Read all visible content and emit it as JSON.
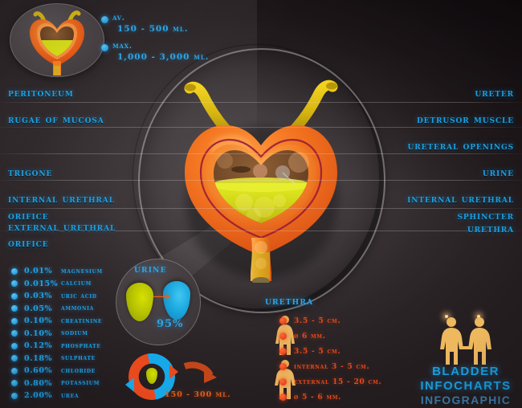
{
  "title": "Bladder Infocharts Infographic",
  "capacity": {
    "items": [
      {
        "key": "Av.",
        "value": "150 - 500 ml."
      },
      {
        "key": "Max.",
        "value": "1,000 - 3,000 ml."
      }
    ]
  },
  "labels_left": [
    {
      "text": "Peritoneum"
    },
    {
      "text": "Rugae of Mucosa"
    },
    {
      "text": "Trigone"
    },
    {
      "text": "Internal Urethral"
    },
    {
      "text": "Orifice"
    },
    {
      "text": "External Urethral"
    },
    {
      "text": "Orifice"
    }
  ],
  "labels_right": [
    {
      "text": "Ureter"
    },
    {
      "text": "Detrusor Muscle"
    },
    {
      "text": "Ureteral Openings"
    },
    {
      "text": "Urine"
    },
    {
      "text": "Internal Urethral"
    },
    {
      "text": "Sphincter"
    },
    {
      "text": "Urethra"
    }
  ],
  "composition": {
    "rows": [
      {
        "pct": "0.01%",
        "name": "Magnesium"
      },
      {
        "pct": "0.015%",
        "name": "Calcium"
      },
      {
        "pct": "0.03%",
        "name": "Uric Acid"
      },
      {
        "pct": "0.05%",
        "name": "Ammonia"
      },
      {
        "pct": "0.10%",
        "name": "Creatinine"
      },
      {
        "pct": "0.10%",
        "name": "Sodium"
      },
      {
        "pct": "0.12%",
        "name": "Phosphate"
      },
      {
        "pct": "0.18%",
        "name": "Sulphate"
      },
      {
        "pct": "0.60%",
        "name": "Chloride"
      },
      {
        "pct": "0.80%",
        "name": "Potassium"
      },
      {
        "pct": "2.00%",
        "name": "Urea"
      }
    ]
  },
  "urine": {
    "title": "Urine",
    "water_pct": "95%",
    "volume": "150 - 300 ml."
  },
  "urethra": {
    "title": "Urethra",
    "female": [
      {
        "text": "3.5 - 5 cm."
      },
      {
        "text": "Ø 6 mm."
      },
      {
        "text": "3.5 - 5 cm."
      }
    ],
    "male": [
      {
        "text": "Internal 3 - 5 cm."
      },
      {
        "text": "External 15 - 20 cm."
      },
      {
        "text": "Ø 5 - 6 mm."
      }
    ]
  },
  "brand": {
    "line1": "BLADDER",
    "line2": "INFOCHARTS",
    "line3": "INFOGRAPHIC"
  },
  "colors": {
    "accent_blue": "#1b9fe0",
    "accent_orange": "#e4491a",
    "urine_yellow": "#c8d400",
    "water_blue": "#1aa8e0",
    "figure_gold": "#e8b55c",
    "background": "#2e2729"
  },
  "icons": {
    "bullet_blue": "blue-dot-icon",
    "bullet_red": "red-dot-icon",
    "arrow_right": "arrow-right-icon",
    "recycle": "recycle-arrows-icon",
    "female_figure": "female-figure-icon",
    "male_figure": "male-figure-icon"
  }
}
